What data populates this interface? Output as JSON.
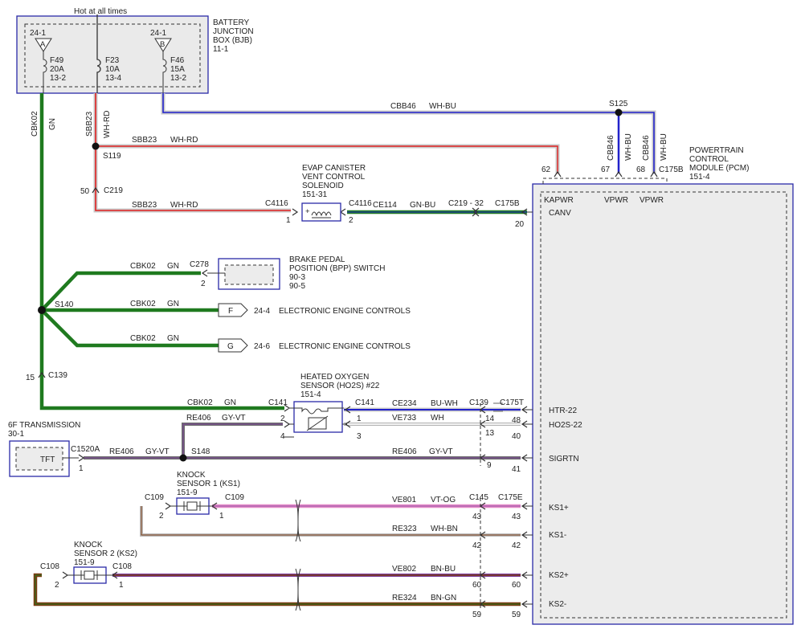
{
  "bjb": {
    "hot_label": "Hot at all times",
    "title": [
      "BATTERY",
      "JUNCTION",
      "BOX (BJB)",
      "11-1"
    ],
    "fuse_a": {
      "conn": "24-1",
      "letter": "A",
      "name": "F49",
      "amp": "20A",
      "ref": "13-2"
    },
    "fuse_f23": {
      "name": "F23",
      "amp": "10A",
      "ref": "13-4"
    },
    "fuse_b": {
      "conn": "24-1",
      "letter": "B",
      "name": "F46",
      "amp": "15A",
      "ref": "13-2"
    }
  },
  "pcm": {
    "title": [
      "POWERTRAIN",
      "CONTROL",
      "MODULE (PCM)",
      "151-4"
    ],
    "connector_top": "C175B",
    "pins_top": [
      {
        "num": "62",
        "name": "KAPWR"
      },
      {
        "num": "67",
        "name": "VPWR"
      },
      {
        "num": "68",
        "name": "VPWR"
      }
    ],
    "pins_left": [
      {
        "num": "20",
        "name": "CANV"
      },
      {
        "num": "48",
        "name": "HTR-22"
      },
      {
        "num": "40",
        "name": "HO2S-22"
      },
      {
        "num": "41",
        "name": "SIGRTN"
      },
      {
        "num": "43",
        "name": "KS1+"
      },
      {
        "num": "42",
        "name": "KS1-"
      },
      {
        "num": "60",
        "name": "KS2+"
      },
      {
        "num": "59",
        "name": "KS2-"
      }
    ]
  },
  "wires": {
    "cbk02_vert": {
      "circuit": "CBK02",
      "color": "GN"
    },
    "sbb23_vert": {
      "circuit": "SBB23",
      "color": "WH-RD"
    },
    "cbb46_horiz": {
      "circuit": "CBB46",
      "color": "WH-BU"
    },
    "cbb46_a": {
      "circuit": "CBB46",
      "color": "WH-BU"
    },
    "cbb46_b": {
      "circuit": "CBB46",
      "color": "WH-BU"
    },
    "sbb23_top": {
      "circuit": "SBB23",
      "color": "WH-RD"
    },
    "sbb23_mid": {
      "circuit": "SBB23",
      "color": "WH-RD"
    },
    "ce114": {
      "circuit": "CE114",
      "color": "GN-BU"
    },
    "cbk02_bpp": {
      "circuit": "CBK02",
      "color": "GN"
    },
    "cbk02_f": {
      "circuit": "CBK02",
      "color": "GN"
    },
    "cbk02_g": {
      "circuit": "CBK02",
      "color": "GN"
    },
    "cbk02_ho2s": {
      "circuit": "CBK02",
      "color": "GN"
    },
    "ce234": {
      "circuit": "CE234",
      "color": "BU-WH"
    },
    "ve733": {
      "circuit": "VE733",
      "color": "WH"
    },
    "re406_up": {
      "circuit": "RE406",
      "color": "GY-VT"
    },
    "re406_tft": {
      "circuit": "RE406",
      "color": "GY-VT"
    },
    "re406_pcm": {
      "circuit": "RE406",
      "color": "GY-VT"
    },
    "ve801": {
      "circuit": "VE801",
      "color": "VT-OG"
    },
    "re323": {
      "circuit": "RE323",
      "color": "WH-BN"
    },
    "ve802": {
      "circuit": "VE802",
      "color": "BN-BU"
    },
    "re324": {
      "circuit": "RE324",
      "color": "BN-GN"
    }
  },
  "splices": {
    "s125": "S125",
    "s119": "S119",
    "s140": "S140",
    "s148": "S148"
  },
  "connectors": {
    "c219": "C219",
    "c219_pin": "50",
    "c139": "C139",
    "c139_pin": "15",
    "c4116": "C4116",
    "c4116_pin1": "1",
    "c4116_pin2": "2",
    "c219_32": "C219 - 32",
    "c278": "C278",
    "c278_pin": "2",
    "c141": "C141",
    "c141_pins": [
      "2",
      "4",
      "1",
      "3"
    ],
    "c139b": "C139",
    "c139b_pins": [
      "14",
      "13",
      "9"
    ],
    "c175t": "C175T",
    "c1520a": "C1520A",
    "c1520a_pin": "1",
    "c109": "C109",
    "c109_pin2": "2",
    "c109_pin1": "1",
    "c145": "C145",
    "c175e": "C175E",
    "c145_pins": [
      "43",
      "42",
      "60",
      "59"
    ],
    "c108": "C108",
    "c108_pin2": "2",
    "c108_pin1": "1"
  },
  "components": {
    "evap": [
      "EVAP CANISTER",
      "VENT CONTROL",
      "SOLENOID",
      "151-31"
    ],
    "bpp": [
      "BRAKE PEDAL",
      "POSITION (BPP) SWITCH",
      "90-3",
      "90-5"
    ],
    "eec_f": {
      "letter": "F",
      "ref": "24-4",
      "label": "ELECTRONIC ENGINE CONTROLS"
    },
    "eec_g": {
      "letter": "G",
      "ref": "24-6",
      "label": "ELECTRONIC ENGINE CONTROLS"
    },
    "ho2s": [
      "HEATED OXYGEN",
      "SENSOR (HO2S) #22",
      "151-4"
    ],
    "trans": [
      "6F TRANSMISSION",
      "30-1"
    ],
    "tft": "TFT",
    "ks1": [
      "KNOCK",
      "SENSOR 1 (KS1)",
      "151-9"
    ],
    "ks2": [
      "KNOCK",
      "SENSOR 2 (KS2)",
      "151-9"
    ]
  },
  "wire_colors": {
    "green": "#1f7a1f",
    "red": "#e02020",
    "blue": "#2222cc",
    "gray": "#6e6e6e",
    "violet": "#7a3a9a",
    "pink": "#e58cc8",
    "brown": "#7a3a10",
    "pale": "#c9c9c9"
  }
}
